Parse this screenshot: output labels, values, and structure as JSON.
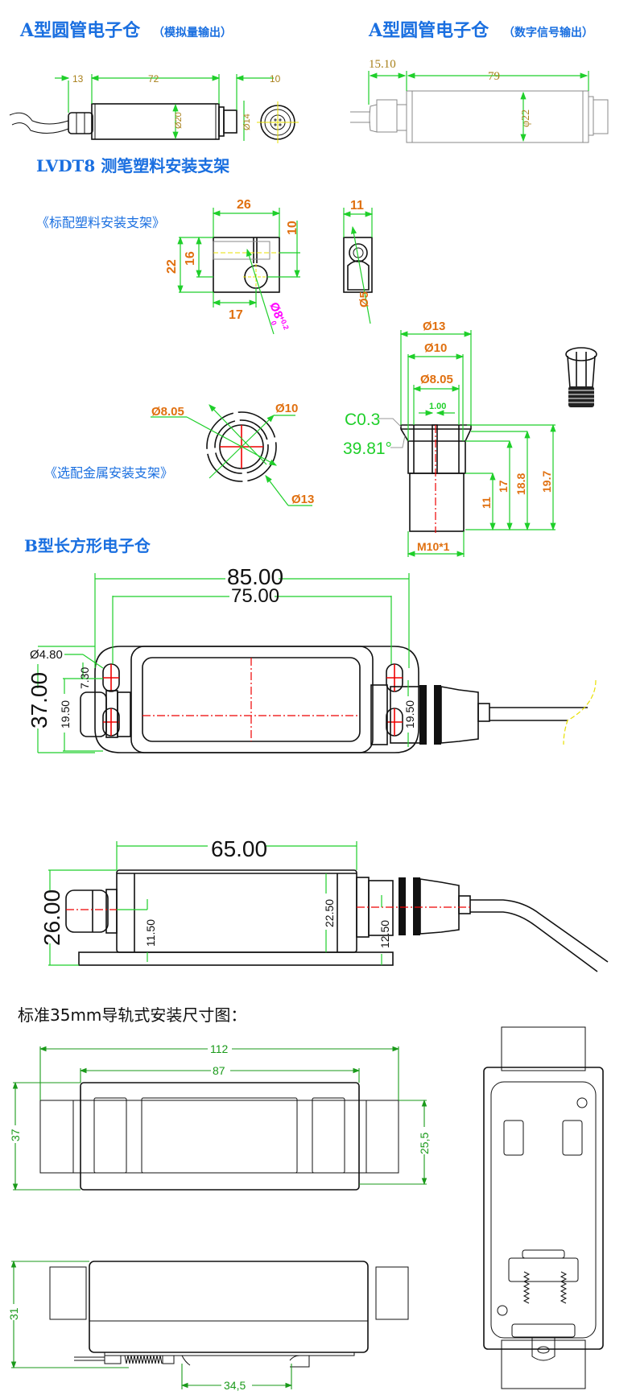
{
  "sections": {
    "a_analog": {
      "title": "A型圆管电子仓",
      "subtitle": "（模拟量输出）",
      "dims": {
        "cable_gland": "13",
        "body_length": "72",
        "connector_length": "10",
        "body_dia": "Ø20",
        "connector_dia": "Ø14"
      }
    },
    "a_digital": {
      "title": "A型圆管电子仓",
      "subtitle": "（数字信号输出）",
      "dims": {
        "gland_length": "15.10",
        "body_length": "79",
        "body_dia": "φ22"
      }
    },
    "lvdt_bracket": {
      "title": "LVDT8 测笔塑料安装支架",
      "standard_label": "《标配塑料安装支架》",
      "optional_label": "《选配金属安装支架》",
      "plastic_dims": {
        "width": "26",
        "slot_offset": "10",
        "height": "22",
        "hole_height": "16",
        "hole_pos": "17",
        "hole_dia": "Ø8",
        "hole_tol_upper": "+0.2",
        "hole_tol_lower": "0",
        "side_width": "11",
        "side_hole": "Ø5"
      },
      "metal_top_dims": {
        "inner": "Ø8.05",
        "mid": "Ø10",
        "outer": "Ø13"
      },
      "metal_side_dims": {
        "outer": "Ø13",
        "mid": "Ø10",
        "inner": "Ø8.05",
        "slot": "1.00",
        "chamfer": "C0.3",
        "angle": "39.81°",
        "h1": "11",
        "h2": "17",
        "h3": "18.8",
        "h4": "19.7",
        "thread": "M10*1"
      }
    },
    "b_rect": {
      "title": "B型长方形电子仓",
      "top_dims": {
        "overall_length": "85.00",
        "hole_spacing": "75.00",
        "hole_dia": "Ø4.80",
        "hole_offset": "7.30",
        "overall_width": "37.00",
        "gland_height": "19.50",
        "connector_height": "19.50"
      },
      "side_dims": {
        "body_length": "65.00",
        "overall_height": "26.00",
        "gland_center": "11.50",
        "body_height": "22.50",
        "connector_center": "12.50"
      }
    },
    "din_rail": {
      "title": "标准35mm导轨式安装尺寸图：",
      "top_dims": {
        "overall_length": "112",
        "body_length": "87",
        "width": "37",
        "clip_width": "25,5"
      },
      "side_dims": {
        "height": "31",
        "clip_spacing": "34,5"
      }
    }
  }
}
